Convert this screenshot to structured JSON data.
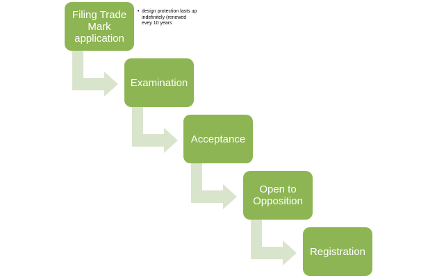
{
  "diagram": {
    "steps": [
      {
        "label": "Filing Trade Mark application"
      },
      {
        "label": "Examination"
      },
      {
        "label": "Acceptance"
      },
      {
        "label": "Open to Opposition"
      },
      {
        "label": "Registration"
      }
    ],
    "note": {
      "bullet": "•",
      "text": "design protection lasts up indefinitely (renewed evey 10 years"
    },
    "colors": {
      "box_fill": "#8db553",
      "arrow_fill": "#d9e4cc",
      "text": "#ffffff"
    }
  }
}
